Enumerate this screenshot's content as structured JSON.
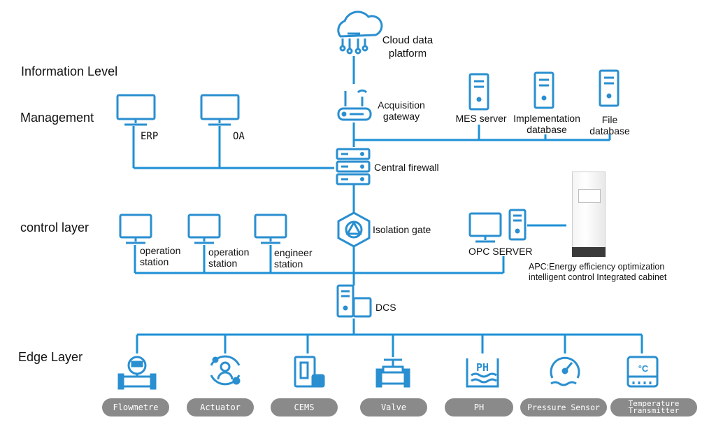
{
  "levels": {
    "information": "Information Level",
    "management": "Management",
    "control": "control layer",
    "edge": "Edge Layer"
  },
  "nodes": {
    "cloud": "Cloud data platform",
    "gateway": "Acquisition gateway",
    "mes": "MES server",
    "impl_db": "Implementation database",
    "file_db": "File database",
    "erp": "ERP",
    "oa": "OA",
    "firewall": "Central firewall",
    "isolation": "Isolation gate",
    "op_station_1": "operation station",
    "op_station_2": "operation station",
    "eng_station": "engineer station",
    "opc": "OPC SERVER",
    "apc": "APC:Energy efficiency optimization intelligent control Integrated cabinet",
    "dcs": "DCS"
  },
  "edge_devices": [
    {
      "label": "Flowmetre",
      "icon": "flowmeter-icon"
    },
    {
      "label": "Actuator",
      "icon": "actuator-icon"
    },
    {
      "label": "CEMS",
      "icon": "cems-icon"
    },
    {
      "label": "Valve",
      "icon": "valve-icon"
    },
    {
      "label": "PH",
      "icon": "ph-icon"
    },
    {
      "label": "Pressure Sensor",
      "icon": "pressure-gauge-icon"
    },
    {
      "label": "Temperature Transmitter",
      "icon": "temperature-icon"
    }
  ],
  "colors": {
    "line": "#1e90d6",
    "icon": "#2a8fd0",
    "pill": "#8a8a8a"
  }
}
